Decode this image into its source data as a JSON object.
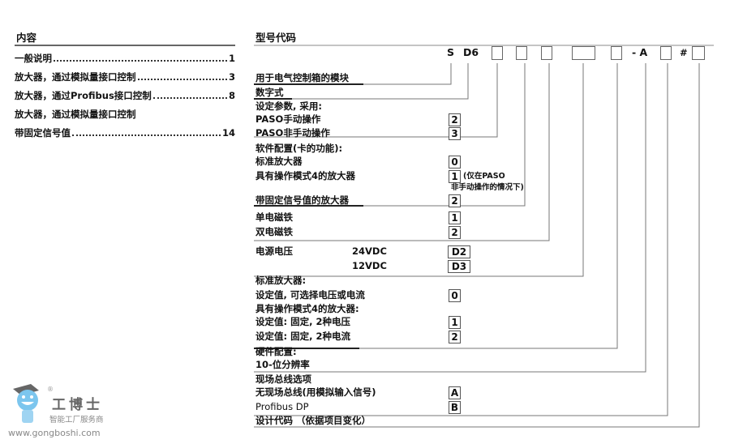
{
  "toc": {
    "title": "内容",
    "entries": [
      {
        "label": "一般说明",
        "page": "1"
      },
      {
        "label": "放大器，通过模拟量接口控制",
        "page": "3"
      },
      {
        "label": "放大器，通过Profibus接口控制",
        "page": "8"
      },
      {
        "label": "放大器，通过模拟量接口控制",
        "page": ""
      },
      {
        "label": "带固定信号值",
        "page": "14"
      }
    ]
  },
  "code": {
    "title": "型号代码",
    "header": {
      "s": "S",
      "d6": "D6",
      "dash_a": "- A",
      "hash": "#"
    },
    "rows": {
      "r1": "用于电气控制箱的模块",
      "r2": "数字式",
      "r3": "设定参数, 采用:",
      "r4": "PASO手动操作",
      "r4v": "2",
      "r5": "PASO非手动操作",
      "r5v": "3",
      "r6": "软件配置(卡的功能):",
      "r7": "标准放大器",
      "r7v": "0",
      "r8": "具有操作模式4的放大器",
      "r8v": "1",
      "r8note1": "(仅在PASO",
      "r8note2": "非手动操作的情况下)",
      "r9": "带固定信号值的放大器",
      "r9v": "2",
      "r10": "单电磁铁",
      "r10v": "1",
      "r11": "双电磁铁",
      "r11v": "2",
      "r12": "电源电压",
      "r12a": "24VDC",
      "r12v": "D2",
      "r13a": "12VDC",
      "r13v": "D3",
      "r14": "标准放大器:",
      "r15": "设定值, 可选择电压或电流",
      "r15v": "0",
      "r16": "具有操作模式4的放大器:",
      "r17": "设定值: 固定, 2种电压",
      "r17v": "1",
      "r18": "设定值: 固定, 2种电流",
      "r18v": "2",
      "r19": "硬件配置:",
      "r20": "10-位分辨率",
      "r21": "现场总线选项",
      "r22": "无现场总线(用模拟输入信号)",
      "r22v": "A",
      "r23": "Profibus DP",
      "r23v": "B",
      "r24": "设计代码 （依据项目变化）"
    }
  },
  "logo": {
    "name": "工博士",
    "tagline": "智能工厂服务商",
    "url": "www.gongboshi.com",
    "mark": "®"
  },
  "colors": {
    "line": "#777777",
    "text": "#111111"
  }
}
